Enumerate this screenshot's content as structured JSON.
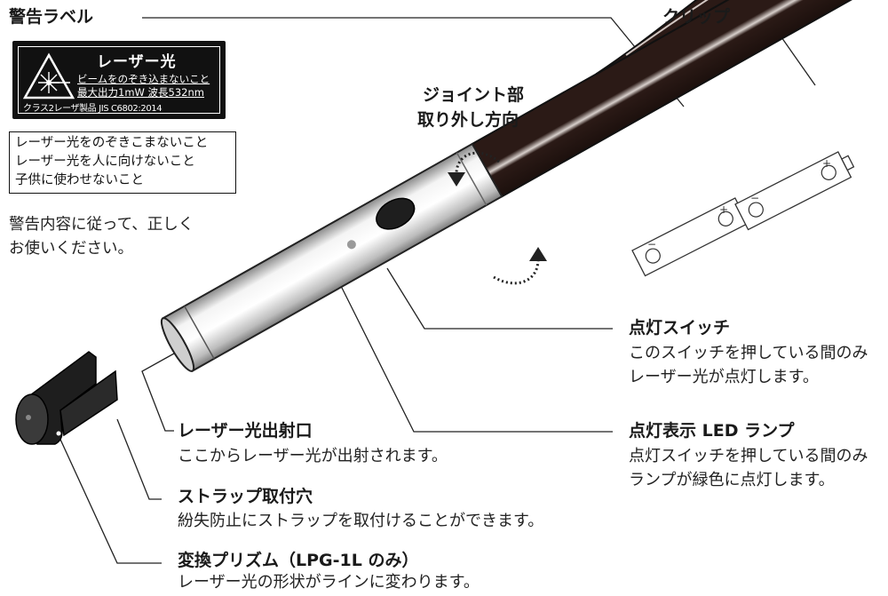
{
  "warning_label": {
    "heading": "警告ラベル",
    "label_title": "レーザー光",
    "label_line1": "ビームをのぞき込まないこと",
    "label_line2": "最大出力1mW 波長532nm",
    "label_line3": "クラス2レーザ製品 JIS C6802:2014",
    "cautions": [
      "レーザー光をのぞきこまないこと",
      "レーザー光を人に向けないこと",
      "子供に使わせないこと"
    ],
    "note_line1": "警告内容に従って、正しく",
    "note_line2": "お使いください。"
  },
  "callouts": {
    "clip": "クリップ",
    "joint_line1": "ジョイント部",
    "joint_line2": "取り外し方向",
    "switch_title": "点灯スイッチ",
    "switch_desc1": "このスイッチを押している間のみ",
    "switch_desc2": "レーザー光が点灯します。",
    "led_title": "点灯表示 LED ランプ",
    "led_desc1": "点灯スイッチを押している間のみ",
    "led_desc2": "ランプが緑色に点灯します。",
    "aperture_title": "レーザー光出射口",
    "aperture_desc": "ここからレーザー光が出射されます。",
    "strap_title": "ストラップ取付穴",
    "strap_desc": "紛失防止にストラップを取付けることができます。",
    "prism_title": "変換プリズム（LPG-1L のみ）",
    "prism_desc": "レーザー光の形状がラインに変わります。"
  },
  "battery_symbols": {
    "plus": "+",
    "minus": "−"
  }
}
